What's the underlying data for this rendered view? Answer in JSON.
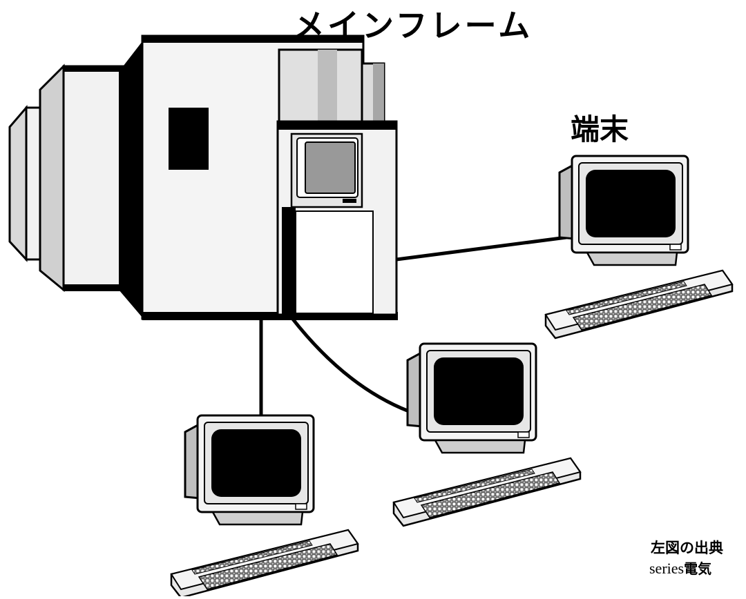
{
  "labels": {
    "mainframe": "メインフレーム",
    "terminal": "端末"
  },
  "credit": {
    "line1": "左図の出典",
    "line2_latin": "series",
    "line2_kanji": "電気"
  },
  "terminals": [
    {
      "name": "terminal-right"
    },
    {
      "name": "terminal-center"
    },
    {
      "name": "terminal-left"
    }
  ],
  "colors": {
    "outline": "#000000",
    "body_light": "#f2f2f2",
    "body_mid": "#d9d9d9",
    "body_dark": "#a6a6a6",
    "screen": "#000000",
    "console_screen": "#999999"
  }
}
